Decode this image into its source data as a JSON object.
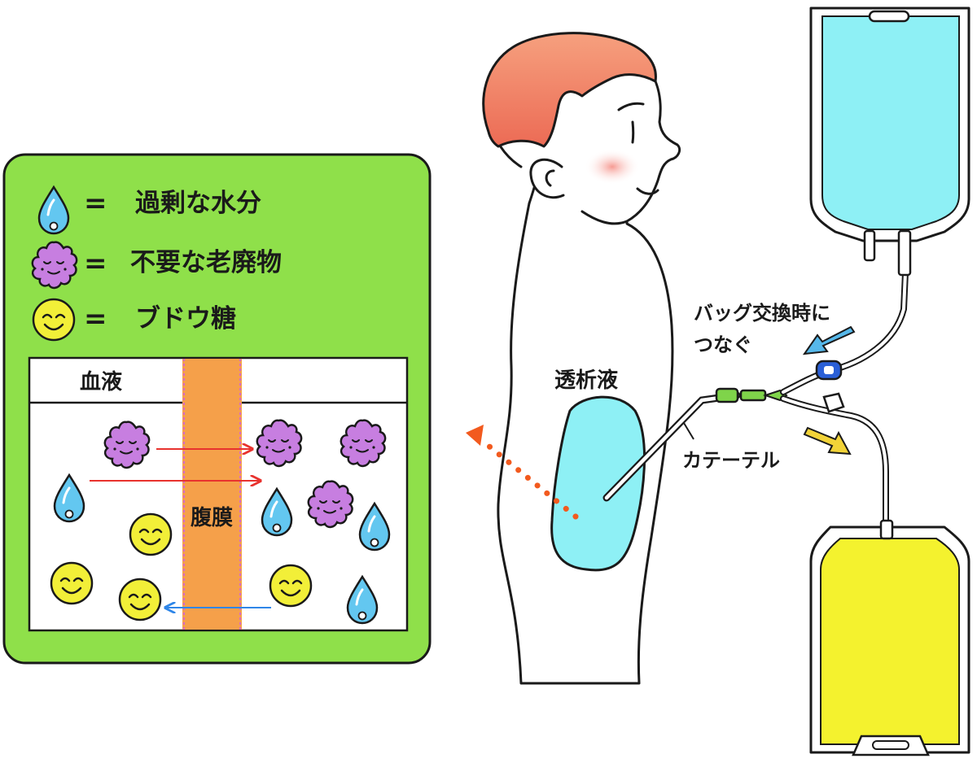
{
  "legend": {
    "water": {
      "symbol": "=",
      "label": "過剰な水分"
    },
    "waste": {
      "symbol": "=",
      "label": "不要な老廃物"
    },
    "glucose": {
      "symbol": "=",
      "label": "ブドウ糖"
    }
  },
  "panel": {
    "blood_label": "血液",
    "membrane_label": "腹膜"
  },
  "body": {
    "dialysate_label": "透析液",
    "catheter_label": "カテーテル",
    "connect_note_line1": "バッグ交換時に",
    "connect_note_line2": "つなぐ"
  },
  "colors": {
    "panel_green": "#8fe04a",
    "fresh_bag": "#8ef0f5",
    "drain_bag": "#f4f22e",
    "membrane": "#f5a04a",
    "waste_purple": "#c77ee0",
    "water_blue": "#63c7f0",
    "glucose_yellow": "#f2ef38",
    "hair": "#ef7a5e"
  }
}
